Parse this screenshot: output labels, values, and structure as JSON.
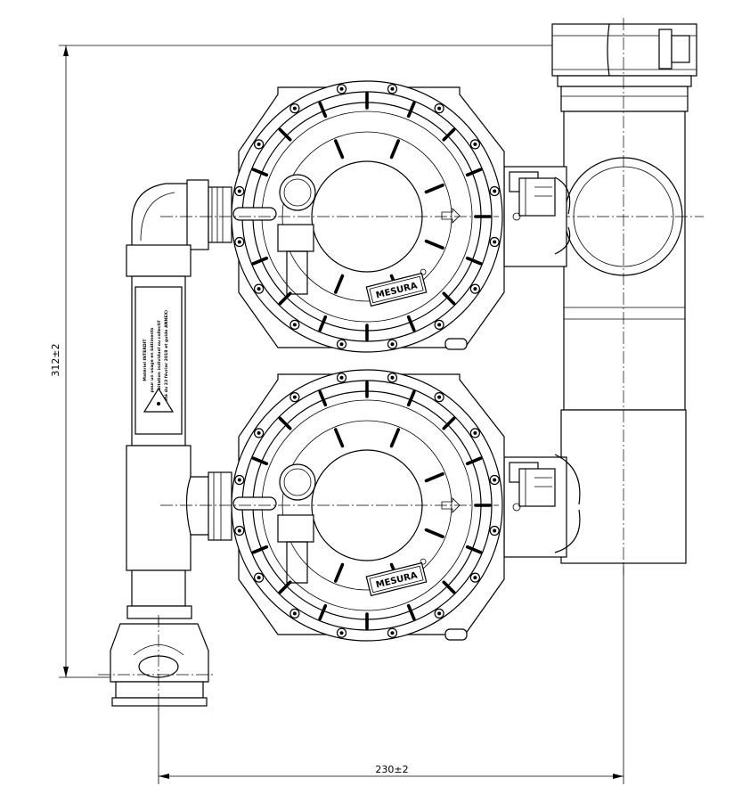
{
  "dimensions": {
    "height_label": "312±2",
    "width_label": "230±2"
  },
  "regulator_top": {
    "brand": "MESURA"
  },
  "regulator_bottom": {
    "brand": "MESURA"
  },
  "warning_label": {
    "lines": [
      "Matériel INTERDIT",
      "pour un usage en bâtiments",
      "d'habitation individuel ou collectif",
      "(arrêté du 23 février 2018 et guide ANNEX)"
    ]
  }
}
